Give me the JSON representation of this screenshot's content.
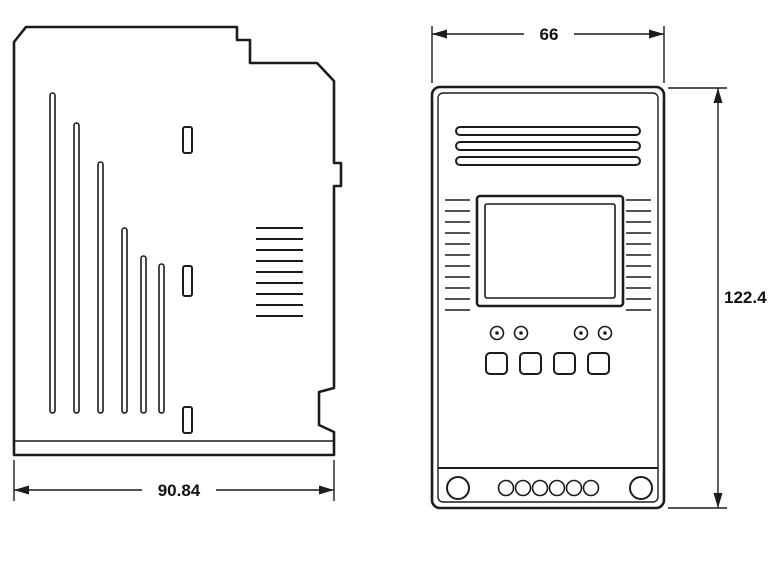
{
  "drawing": {
    "type": "technical-dimension-drawing",
    "subject": "din-rail-controller-two-views",
    "colors": {
      "line": "#1c1c1c",
      "background": "#ffffff",
      "text": "#111111"
    },
    "dimensions": {
      "front_width": "66",
      "front_height": "122.4",
      "side_depth": "90.84"
    }
  }
}
